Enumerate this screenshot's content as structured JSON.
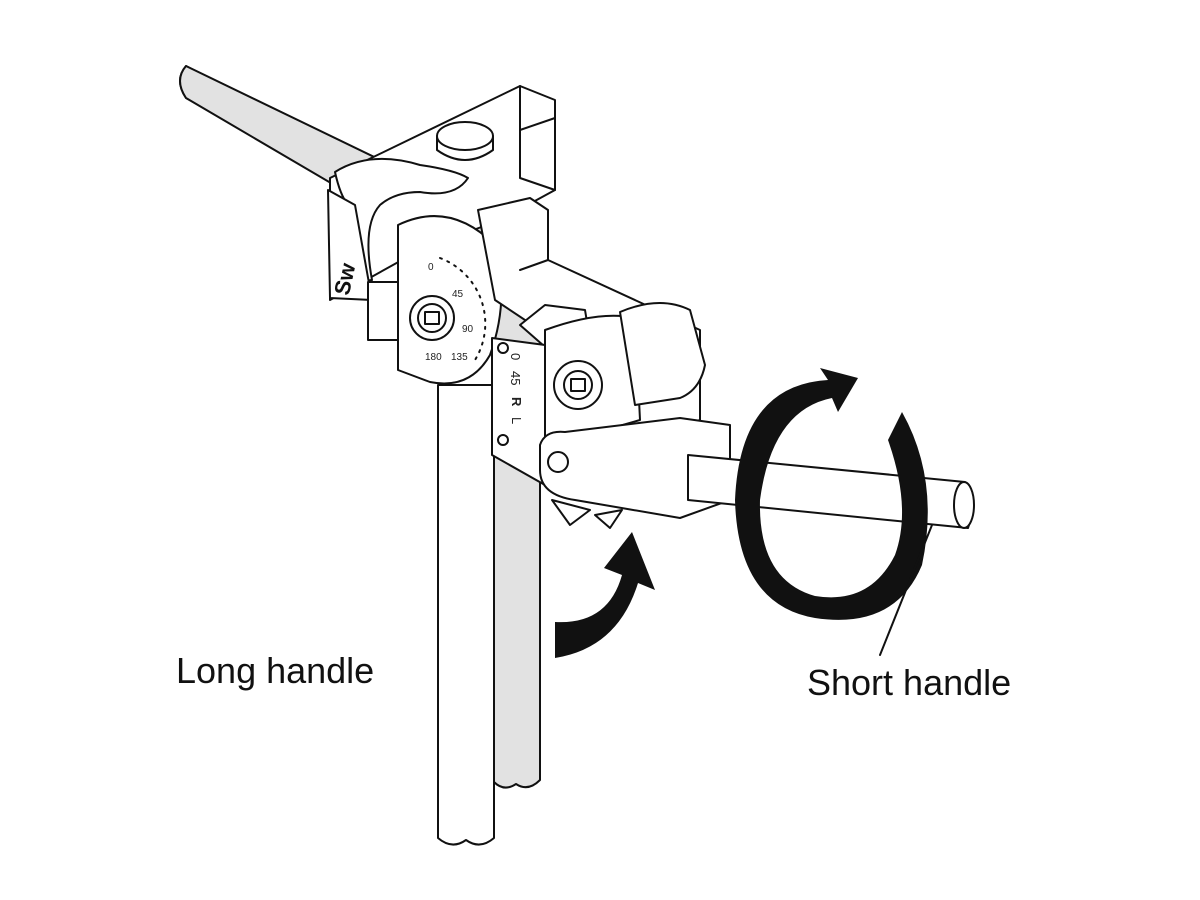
{
  "labels": {
    "long_handle": "Long handle",
    "short_handle": "Short handle"
  },
  "die_scale": [
    "0",
    "45",
    "90",
    "135",
    "180"
  ],
  "slide_scale": [
    "0",
    "45",
    "R",
    "L"
  ],
  "brand_fragment": "Sw",
  "colors": {
    "line": "#111111",
    "tube_fill": "#e2e2e2",
    "arrow_fill": "#111111",
    "background": "#ffffff"
  },
  "icons": {
    "rotation": "circular-arrow-icon",
    "bend_direction": "curved-arrow-icon"
  }
}
